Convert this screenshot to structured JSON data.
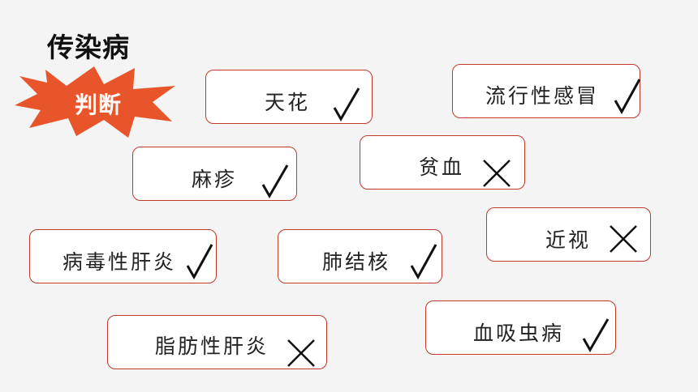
{
  "title": "传染病",
  "badge": {
    "label": "判断",
    "color": "#e8552a"
  },
  "accent_color": "#c0392b",
  "items": [
    {
      "label": "天花",
      "answer": "check-icon"
    },
    {
      "label": "流行性感冒",
      "answer": "check-icon"
    },
    {
      "label": "麻疹",
      "answer": "check-icon"
    },
    {
      "label": "贫血",
      "answer": "cross-icon"
    },
    {
      "label": "近视",
      "answer": "cross-icon"
    },
    {
      "label": "病毒性肝炎",
      "answer": "check-icon"
    },
    {
      "label": "肺结核",
      "answer": "check-icon"
    },
    {
      "label": "脂肪性肝炎",
      "answer": "cross-icon"
    },
    {
      "label": "血吸虫病",
      "answer": "check-icon"
    }
  ]
}
